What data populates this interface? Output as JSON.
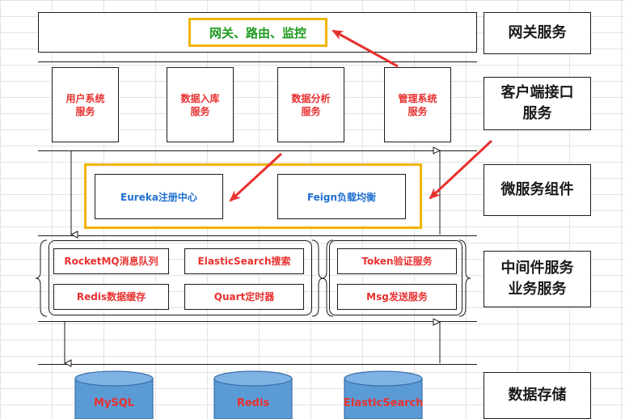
{
  "gateway": {
    "label": "网关、路由、监控"
  },
  "client_services": [
    {
      "line1": "用户系统",
      "line2": "服务"
    },
    {
      "line1": "数据入库",
      "line2": "服务"
    },
    {
      "line1": "数据分析",
      "line2": "服务"
    },
    {
      "line1": "管理系统",
      "line2": "服务"
    }
  ],
  "microservices": [
    {
      "label": "Eureka注册中心"
    },
    {
      "label": "Feign负载均衡"
    }
  ],
  "middleware": [
    {
      "label": "RocketMQ消息队列"
    },
    {
      "label": "ElasticSearch搜索"
    },
    {
      "label": "Redis数据缓存"
    },
    {
      "label": "Quart定时器"
    }
  ],
  "business": [
    {
      "label": "Token验证服务"
    },
    {
      "label": "Msg发送服务"
    }
  ],
  "storage": [
    {
      "label": "MySQL"
    },
    {
      "label": "Redis"
    },
    {
      "label": "ElasticSearch"
    }
  ],
  "layers": {
    "gateway": "网关服务",
    "client_line1": "客户端接口",
    "client_line2": "服务",
    "micro": "微服务组件",
    "middleware_line1": "中间件服务",
    "middleware_line2": "业务服务",
    "storage": "数据存储"
  },
  "colors": {
    "service_text": "#e8312f",
    "micro_text": "#1f6fd1",
    "gateway_text": "#1d9a1d",
    "highlight_border": "#f0b400",
    "cylinder_fill": "#5b9bd5",
    "arrow_red": "#e8312f"
  }
}
